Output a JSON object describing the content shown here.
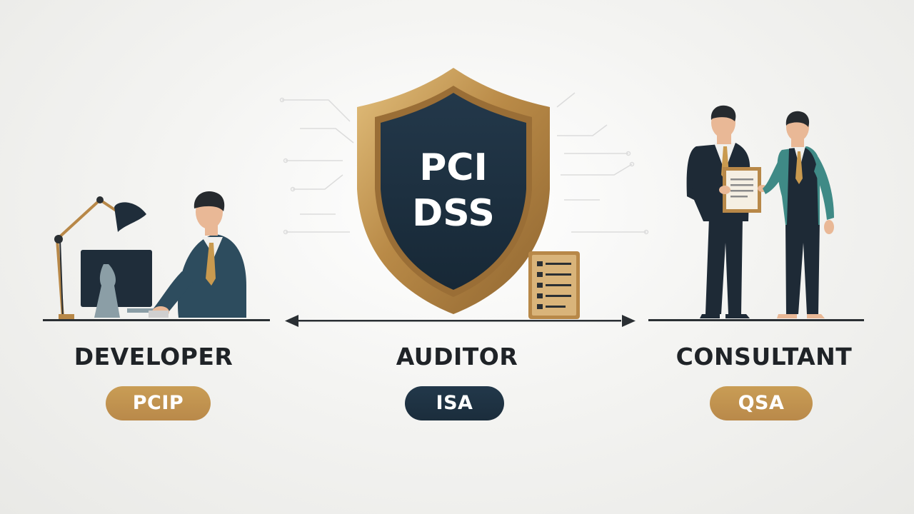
{
  "shield": {
    "line1": "PCI",
    "line2": "DSS"
  },
  "roles": {
    "developer": {
      "label": "DEVELOPER",
      "badge": "PCIP"
    },
    "auditor": {
      "label": "AUDITOR",
      "badge": "ISA"
    },
    "consultant": {
      "label": "CONSULTANT",
      "badge": "QSA"
    }
  },
  "colors": {
    "gold": "#c29350",
    "navy": "#1e3242",
    "text": "#1f2327",
    "teal": "#3f8a86"
  }
}
